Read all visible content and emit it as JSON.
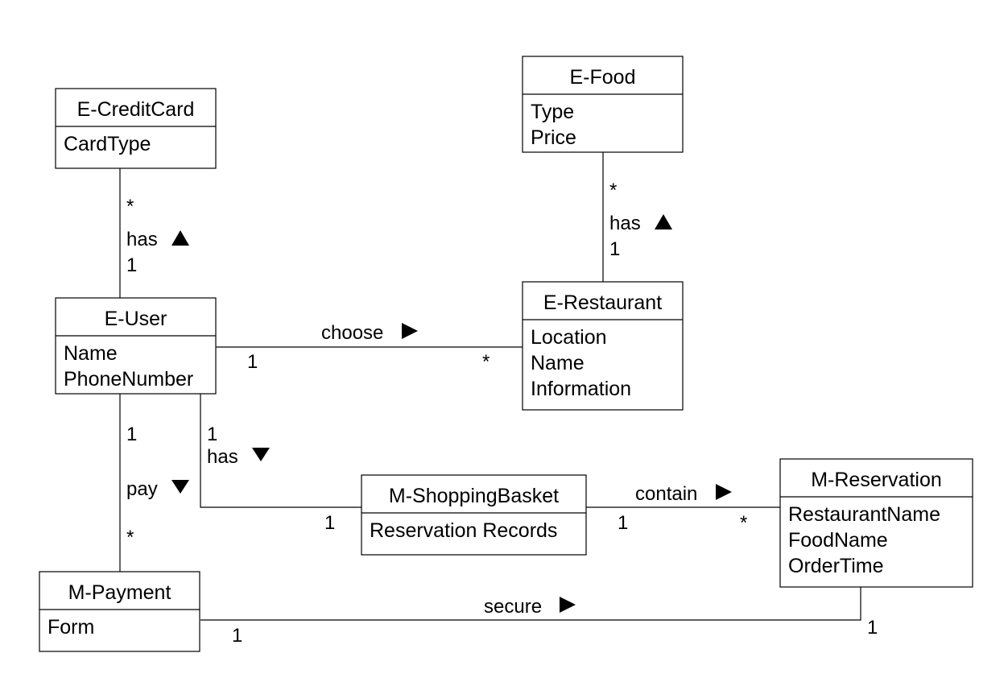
{
  "classes": {
    "credit_card": {
      "name": "E-CreditCard",
      "attributes": [
        "CardType"
      ]
    },
    "food": {
      "name": "E-Food",
      "attributes": [
        "Type",
        "Price"
      ]
    },
    "user": {
      "name": "E-User",
      "attributes": [
        "Name",
        "PhoneNumber"
      ]
    },
    "restaurant": {
      "name": "E-Restaurant",
      "attributes": [
        "Location",
        "Name",
        "Information"
      ]
    },
    "shopping_basket": {
      "name": "M-ShoppingBasket",
      "attributes": [
        "Reservation Records"
      ]
    },
    "reservation": {
      "name": "M-Reservation",
      "attributes": [
        "RestaurantName",
        "FoodName",
        "OrderTime"
      ]
    },
    "payment": {
      "name": "M-Payment",
      "attributes": [
        "Form"
      ]
    }
  },
  "associations": {
    "user_has_creditcard": {
      "label": "has",
      "direction": "up",
      "mult_top": "*",
      "mult_bottom": "1"
    },
    "restaurant_has_food": {
      "label": "has",
      "direction": "up",
      "mult_top": "*",
      "mult_bottom": "1"
    },
    "user_choose_restaurant": {
      "label": "choose",
      "direction": "right",
      "mult_left": "1",
      "mult_right": "*"
    },
    "user_pay_payment": {
      "label": "pay",
      "direction": "down",
      "mult_top": "1",
      "mult_bottom": "*"
    },
    "user_has_basket": {
      "label": "has",
      "direction": "down",
      "mult_top": "1",
      "mult_bottom": "1"
    },
    "basket_contain_reservation": {
      "label": "contain",
      "direction": "right",
      "mult_left": "1",
      "mult_right": "*"
    },
    "payment_secure_reservation": {
      "label": "secure",
      "direction": "right",
      "mult_left": "1",
      "mult_right": "1"
    }
  }
}
